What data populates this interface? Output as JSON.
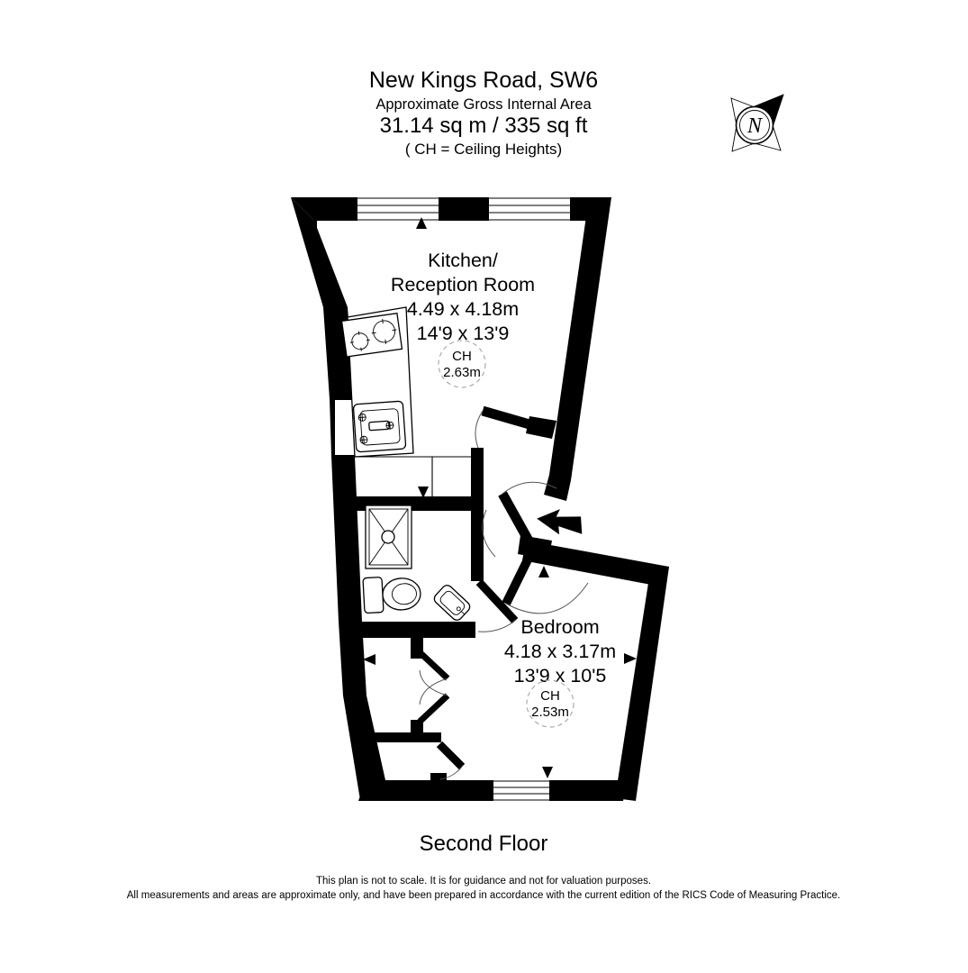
{
  "header": {
    "title": "New Kings Road, SW6",
    "subtitle": "Approximate Gross Internal Area",
    "area": "31.14 sq m / 335 sq ft",
    "ch_note": "( CH = Ceiling Heights)"
  },
  "compass": {
    "north_label": "N"
  },
  "rooms": {
    "kitchen": {
      "name_line1": "Kitchen/",
      "name_line2": "Reception Room",
      "dim_metric": "4.49 x 4.18m",
      "dim_imperial": "14'9 x 13'9",
      "ch_label": "CH",
      "ch_value": "2.63m"
    },
    "bedroom": {
      "name": "Bedroom",
      "dim_metric": "4.18 x 3.17m",
      "dim_imperial": "13'9 x 10'5",
      "ch_label": "CH",
      "ch_value": "2.53m"
    }
  },
  "floor_label": "Second Floor",
  "disclaimer": {
    "line1": "This plan is not to scale. It is for guidance and not for valuation purposes.",
    "line2": "All measurements and areas are approximate only, and have been prepared in accordance with the current edition of the RICS Code of Measuring Practice."
  },
  "colors": {
    "wall": "#000000",
    "background": "#ffffff",
    "dashed_circle": "#aaaaaa"
  }
}
